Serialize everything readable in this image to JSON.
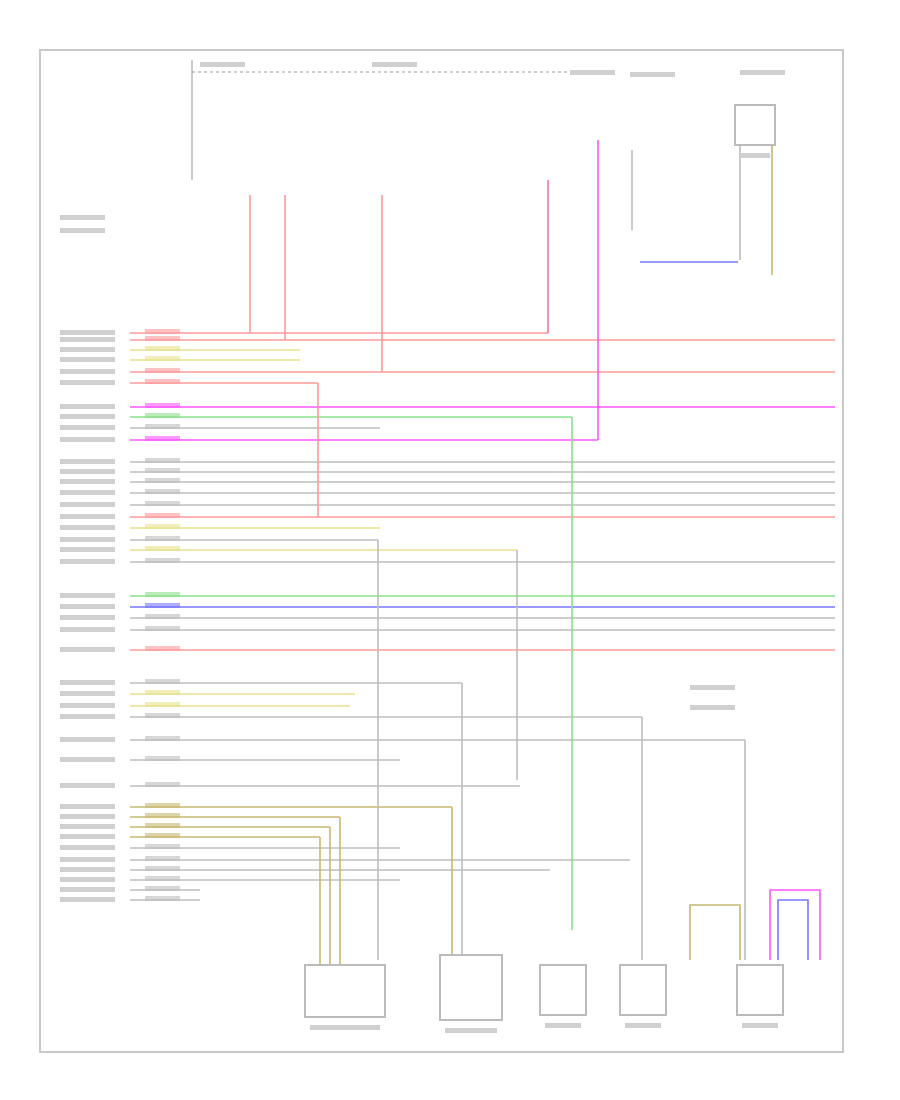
{
  "diagram": {
    "type": "wiring-diagram",
    "note": "",
    "colors": {
      "red": "#ff9a9a",
      "pink": "#ff6fa0",
      "magenta": "#ff55ff",
      "green": "#8be08b",
      "blue": "#7777ff",
      "yellow": "#e8e28a",
      "olive": "#c8b870",
      "gray": "#bdbdbd",
      "frame": "#c8c8c8"
    },
    "wires": [
      "red",
      "red",
      "yellow",
      "yellow",
      "red",
      "red",
      "magenta",
      "green",
      "gray",
      "magenta",
      "gray",
      "gray",
      "gray",
      "gray",
      "gray",
      "red",
      "yellow",
      "gray",
      "yellow",
      "gray",
      "green",
      "blue",
      "gray",
      "gray",
      "red",
      "gray",
      "yellow",
      "yellow",
      "gray",
      "gray",
      "gray",
      "gray",
      "olive",
      "olive",
      "olive",
      "olive",
      "gray",
      "gray",
      "gray",
      "gray",
      "gray",
      "gray"
    ],
    "components": [
      "control-module",
      "connector-block",
      "sensor-1",
      "sensor-2",
      "sensor-3"
    ]
  }
}
